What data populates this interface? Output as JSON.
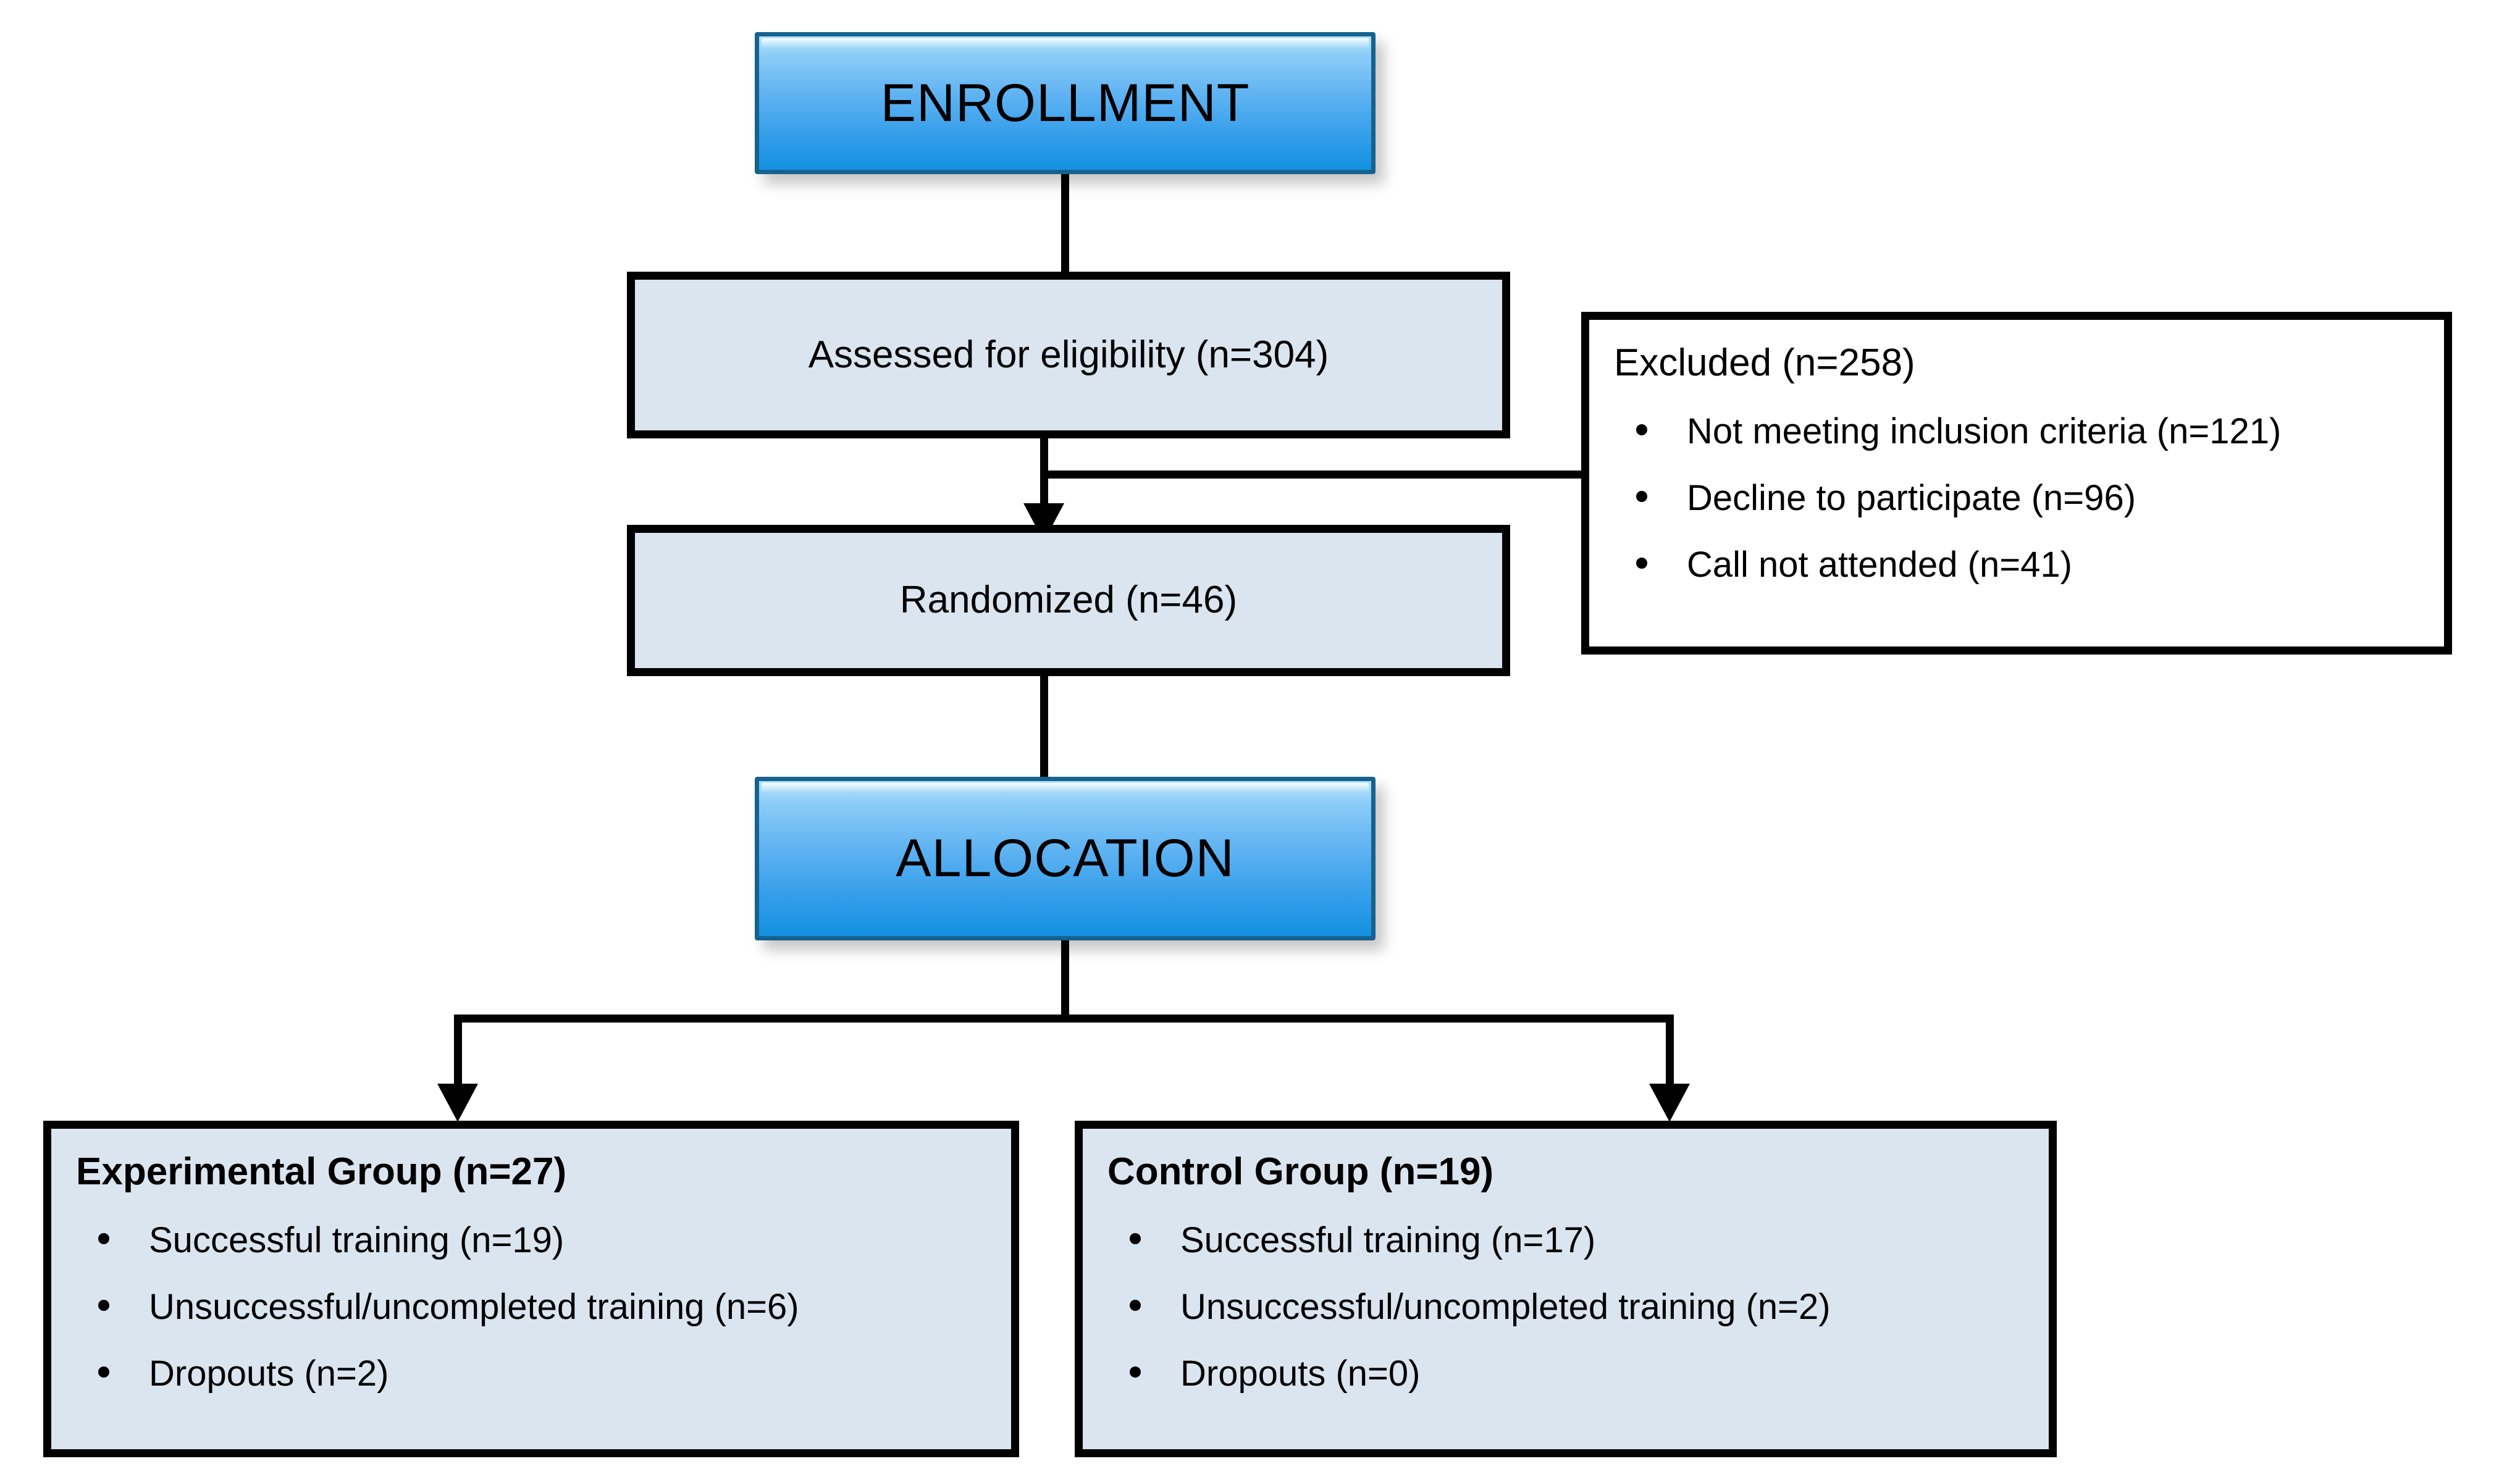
{
  "diagram": {
    "title": "CONSORT participant flow diagram",
    "colors": {
      "phase_box_gradient_top": "#b9e4fb",
      "phase_box_gradient_bottom": "#1391e0",
      "phase_box_border": "#15628f",
      "node_fill": "#dae5f0",
      "node_fill_white": "#ffffff",
      "node_border": "#000000",
      "connector": "#000000",
      "background": "#ffffff"
    }
  },
  "phases": {
    "enrollment": "ENROLLMENT",
    "allocation": "ALLOCATION"
  },
  "nodes": {
    "assessed": {
      "text": "Assessed for eligibility (n=304)"
    },
    "randomized": {
      "text": "Randomized (n=46)"
    },
    "excluded": {
      "title": "Excluded (n=258)",
      "items": [
        "Not meeting inclusion criteria (n=121)",
        "Decline to participate (n=96)",
        "Call not attended (n=41)"
      ]
    },
    "experimental": {
      "title": "Experimental Group (n=27)",
      "items": [
        "Successful training (n=19)",
        "Unsuccessful/uncompleted training (n=6)",
        "Dropouts (n=2)"
      ]
    },
    "control": {
      "title": "Control Group (n=19)",
      "items": [
        "Successful training (n=17)",
        "Unsuccessful/uncompleted training (n=2)",
        "Dropouts (n=0)"
      ]
    }
  }
}
